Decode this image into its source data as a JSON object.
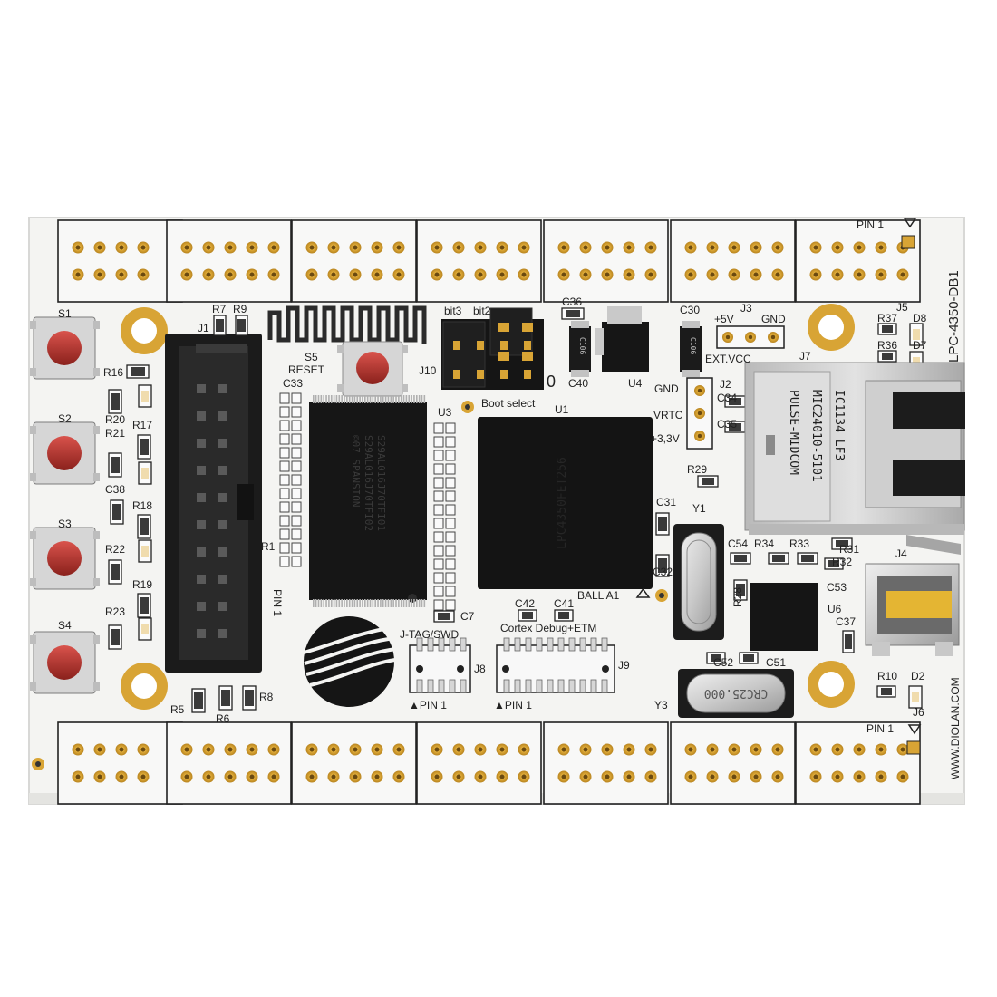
{
  "board": {
    "name": "LPC-4350-DB1",
    "website": "WWW.DIOLAN.COM",
    "colors": {
      "pcb": "#f4f4f2",
      "silk": "#222222",
      "gold": "#d8a435",
      "chip": "#151515",
      "button": "#b23a34",
      "metal": "#cfcfcf"
    }
  },
  "labels": {
    "pin1_top": "PIN 1",
    "pin1_bottom": "PIN 1",
    "pin1_j8": "▲PIN 1",
    "pin1_j9": "▲PIN 1",
    "pin1_j1": "PIN 1",
    "reset": "RESET",
    "boot_select": "Boot select",
    "jtag": "J-TAG/SWD",
    "etm": "Cortex Debug+ETM",
    "ball_a1": "BALL A1",
    "bit3": "bit3",
    "bit2": "bit2",
    "bit_zero": "0",
    "gnd": "GND",
    "vrtc": "VRTC",
    "v33": "+3,3V",
    "v5": "+5V",
    "gnd_j3": "GND",
    "extvcc": "EXT.VCC"
  },
  "refs": {
    "s1": "S1",
    "s2": "S2",
    "s3": "S3",
    "s4": "S4",
    "s5": "S5",
    "j1": "J1",
    "j2": "J2",
    "j3": "J3",
    "j4": "J4",
    "j5": "J5",
    "j6": "J6",
    "j7": "J7",
    "j8": "J8",
    "j9": "J9",
    "j10": "J10",
    "u1": "U1",
    "u3": "U3",
    "u4": "U4",
    "u6": "U6",
    "y1": "Y1",
    "y3": "Y3",
    "r1": "R1",
    "r5": "R5",
    "r6": "R6",
    "r7": "R7",
    "r8": "R8",
    "r9": "R9",
    "r10": "R10",
    "r16": "R16",
    "r17": "R17",
    "r18": "R18",
    "r19": "R19",
    "r20": "R20",
    "r21": "R21",
    "r22": "R22",
    "r23": "R23",
    "r28": "R28",
    "r29": "R29",
    "r31": "R31",
    "r32": "R32",
    "r33": "R33",
    "r34": "R34",
    "r36": "R36",
    "r37": "R37",
    "c7": "C7",
    "c30": "C30",
    "c31": "C31",
    "c32": "C32",
    "c33": "C33",
    "c34": "C34",
    "c35": "C35",
    "c36": "C36",
    "c37": "C37",
    "c38": "C38",
    "c40": "C40",
    "c41": "C41",
    "c42": "C42",
    "c51": "C51",
    "c52": "C52",
    "c53": "C53",
    "c54": "C54",
    "d2": "D2",
    "d7": "D7",
    "d8": "D8"
  },
  "chips": {
    "flash_line1": "S29AL016J70TFI01",
    "flash_line2": "S29AL016J70TFI02",
    "flash_line3": "©07 SPANSION",
    "eth_line1": "PULSE-MIDCOM",
    "eth_line2": "MIC24010-5101",
    "eth_line3": "IC1134 LF3",
    "crystal_y3": "CRC25.000",
    "cap_c30": "C106",
    "cap_c40": "C106"
  }
}
